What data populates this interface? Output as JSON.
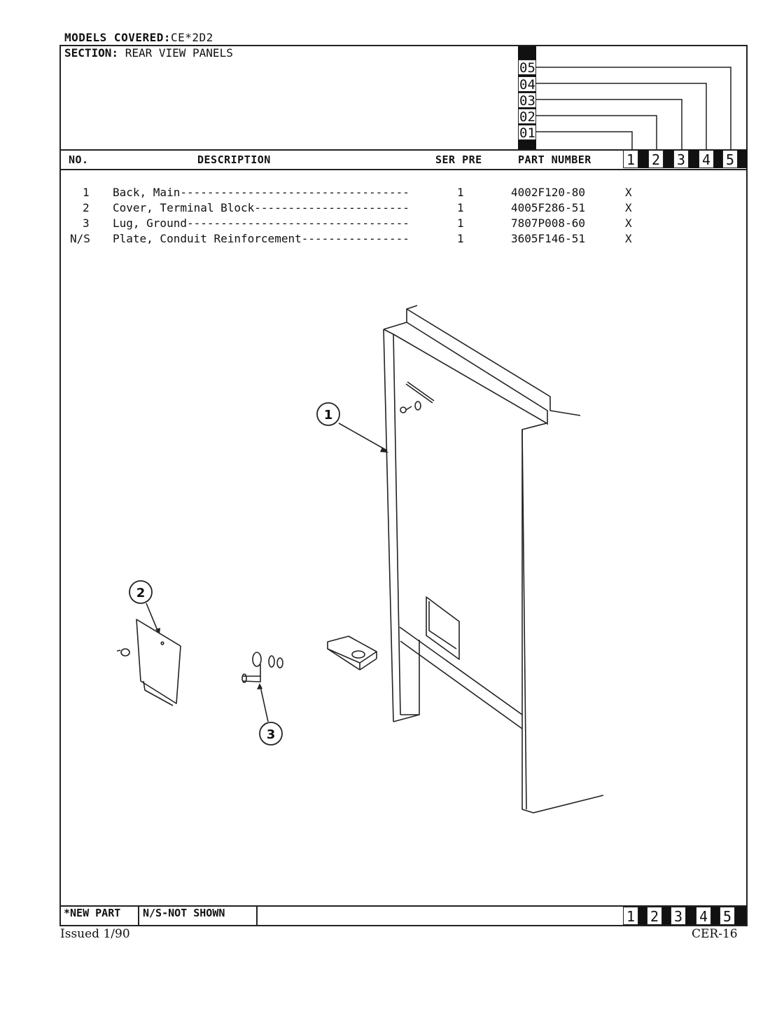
{
  "header": {
    "models_label": "MODELS COVERED:",
    "models_value": "CE*2D2",
    "section_label": "SECTION:",
    "section_value": "REAR VIEW PANELS"
  },
  "serial_codes": [
    "05",
    "04",
    "03",
    "02",
    "01"
  ],
  "columns": {
    "no": "NO.",
    "description": "DESCRIPTION",
    "ser_pre": "SER PRE",
    "part_number": "PART NUMBER"
  },
  "model_columns": [
    "1",
    "2",
    "3",
    "4",
    "5"
  ],
  "parts": [
    {
      "no": "1",
      "description": "Back, Main----------------------------------",
      "qty": "1",
      "part_number": "4002F120-80",
      "mark": "X"
    },
    {
      "no": "2",
      "description": "Cover, Terminal Block-----------------------",
      "qty": "1",
      "part_number": "4005F286-51",
      "mark": "X"
    },
    {
      "no": "3",
      "description": "Lug, Ground---------------------------------",
      "qty": "1",
      "part_number": "7807P008-60",
      "mark": "X"
    },
    {
      "no": "N/S",
      "description": "Plate, Conduit Reinforcement----------------",
      "qty": "1",
      "part_number": "3605F146-51",
      "mark": "X"
    }
  ],
  "callouts": [
    "1",
    "2",
    "3"
  ],
  "footer": {
    "new_part": "*NEW PART",
    "not_shown": "N/S-NOT SHOWN",
    "issued": "Issued 1/90",
    "page_code": "CER-16"
  }
}
